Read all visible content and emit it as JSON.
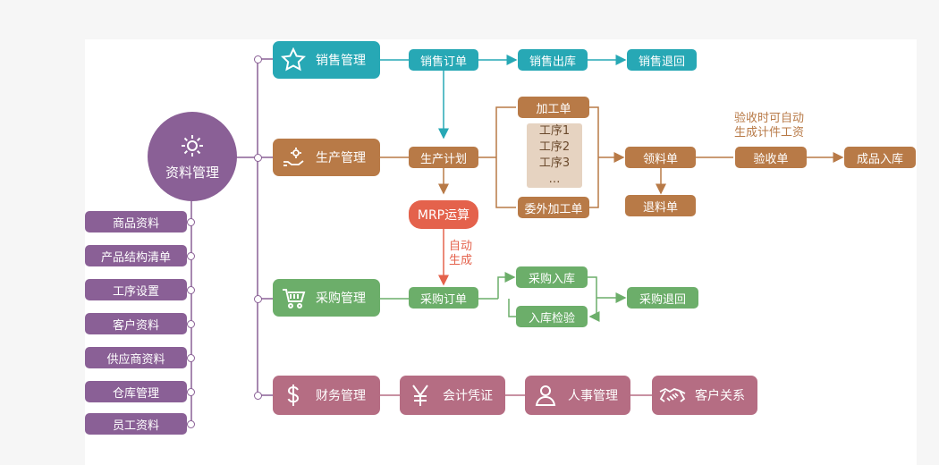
{
  "colors": {
    "teal": "#27a8b5",
    "brown": "#b87a47",
    "green": "#6cae6a",
    "mauve": "#b56d83",
    "purple": "#8a6096",
    "red": "#e4624c"
  },
  "center": {
    "label": "资料管理",
    "icon": "gear-icon"
  },
  "master_data": [
    "商品资料",
    "产品结构清单",
    "工序设置",
    "客户资料",
    "供应商资料",
    "仓库管理",
    "员工资料"
  ],
  "sales": {
    "module": {
      "label": "销售管理",
      "icon": "star-icon"
    },
    "order": "销售订单",
    "outbound": "销售出库",
    "return": "销售退回"
  },
  "production": {
    "module": {
      "label": "生产管理",
      "icon": "hand-gear-icon"
    },
    "plan": "生产计划",
    "process_order": "加工单",
    "steps": [
      "工序1",
      "工序2",
      "工序3",
      "…"
    ],
    "outsource_order": "委外加工单",
    "picking": "领料单",
    "material_return": "退料单",
    "inspection": "验收单",
    "auto_note": [
      "验收时可自动",
      "生成计件工资"
    ],
    "finished_goods": "成品入库",
    "mrp": "MRP运算",
    "mrp_note": [
      "自动",
      "生成"
    ]
  },
  "purchase": {
    "module": {
      "label": "采购管理",
      "icon": "cart-icon"
    },
    "order": "采购订单",
    "inbound": "采购入库",
    "inspection": "入库检验",
    "return": "采购退回"
  },
  "bottom_row": [
    {
      "label": "财务管理",
      "icon": "dollar-icon"
    },
    {
      "label": "会计凭证",
      "icon": "yen-icon"
    },
    {
      "label": "人事管理",
      "icon": "person-icon"
    },
    {
      "label": "客户关系",
      "icon": "handshake-icon"
    }
  ]
}
